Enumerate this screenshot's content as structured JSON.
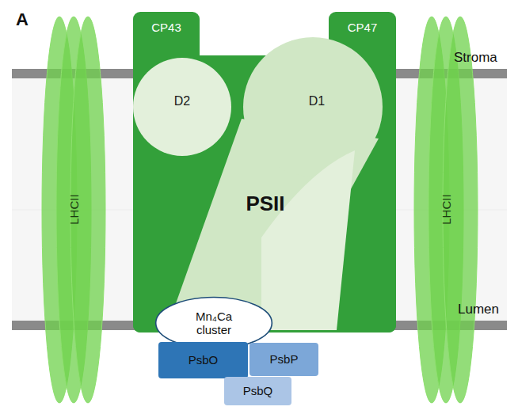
{
  "diagram": {
    "nodes": [
      {
        "text": [
          "CP43"
        ]
      },
      {
        "text": [
          "CP47"
        ]
      },
      {
        "text": [
          "LHCII"
        ]
      },
      {
        "text": [
          "D2"
        ]
      },
      {
        "text": [
          "D1"
        ]
      },
      {
        "text": [
          "PSII"
        ]
      },
      {
        "text": [
          "LHCII"
        ]
      },
      {
        "text": [
          "Mn₄Ca cluster"
        ]
      },
      {
        "text": [
          "PsbO"
        ]
      },
      {
        "text": [
          "PsbP"
        ]
      },
      {
        "text": [
          "PsbQ"
        ]
      }
    ],
    "labels": [
      "A",
      "Stroma",
      "Lumen"
    ]
  }
}
